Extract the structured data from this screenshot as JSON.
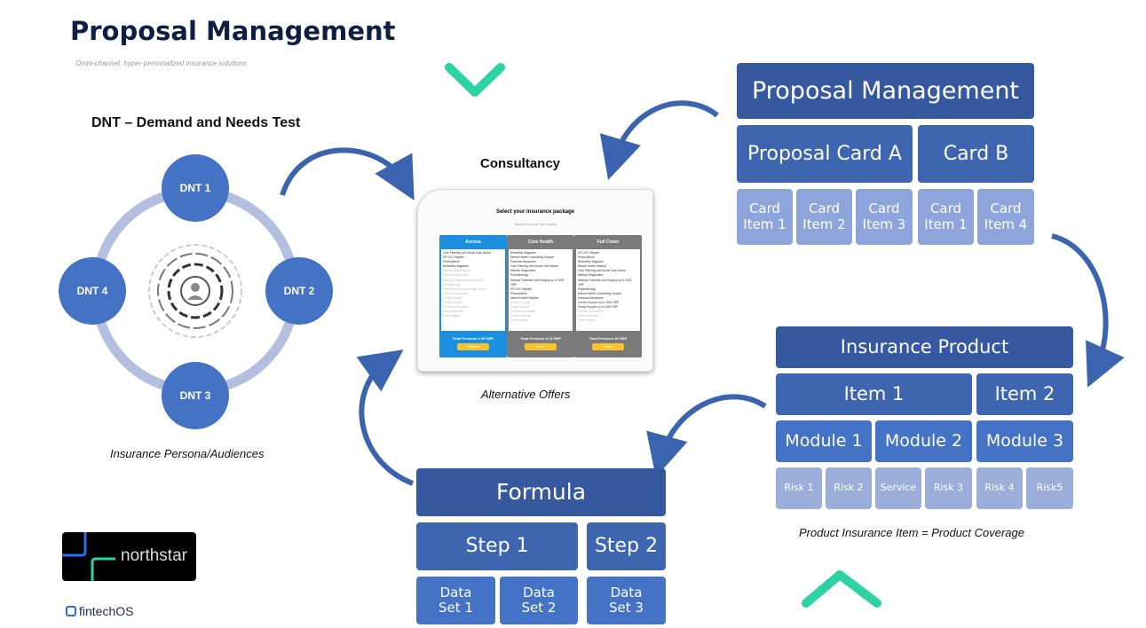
{
  "header": {
    "title": "Proposal Management",
    "subtitle": "Omni-channel, hyper-personalized insurance solutions"
  },
  "dnt": {
    "title": "DNT – Demand and Needs Test",
    "nodes": [
      "DNT 1",
      "DNT 2",
      "DNT 3",
      "DNT 4"
    ],
    "caption": "Insurance Persona/Audiences"
  },
  "consultancy": {
    "title": "Consultancy",
    "caption": "Alternative Offers",
    "mock": {
      "heading": "Select your insurance package",
      "subheading": "Tailored to your own needs",
      "packages": [
        {
          "name": "Access",
          "color": "#1a8fe0",
          "items": [
            "Care Planning and Social Care Advice",
            "GP 24/7 Helpline",
            "Prescriptions",
            "Behealthy Magazine"
          ],
          "excluded": [
            "Mental Health Helpline",
            "Medical Diagnostics",
            "Medical Treatment and Surgery",
            "Physiotherapy",
            "Mental Health Counselling Support",
            "Financial Assistance",
            "Cancer Support",
            "Family Support",
            "Permanent disability",
            "Death indemnity",
            "Public liability"
          ],
          "total": "Total Premium 2.25 GBP",
          "button": "Selected"
        },
        {
          "name": "Core Health",
          "color": "#7a7a7a",
          "items": [
            "Behealthy Magazine",
            "Mental Health Counselling Support",
            "Financial Assistance",
            "Care Planning and Social Care Advice",
            "Medical Diagnostics",
            "Physiotherapy",
            "Medical Treatment and Surgery up to 1000 GBP",
            "GP 24/7 Helpline",
            "Prescriptions",
            "Mental Health Helpline"
          ],
          "excluded": [
            "Cancer Support",
            "Family Support",
            "Permanent disability",
            "Death indemnity",
            "Public liability"
          ],
          "total": "Total Premium 11.5 GBP",
          "button": "Select"
        },
        {
          "name": "Full Cover",
          "color": "#7a7a7a",
          "items": [
            "GP 24/7 Helpline",
            "Prescriptions",
            "Behealthy Magazine",
            "Mental Health Helpline",
            "Care Planning and Social Care Advice",
            "Medical Diagnostics",
            "Medical Treatment and Surgery up to 1000 GBP",
            "Physiotherapy",
            "Mental Health Counselling Support",
            "Financial Assistance",
            "Cancer Support up to 1500 GBP",
            "Family Support up to 1500 GBP"
          ],
          "excluded": [
            "Permanent disability",
            "Death indemnity",
            "Public liability"
          ],
          "total": "Total Premium 15 GBP",
          "button": "Select"
        }
      ]
    }
  },
  "proposal": {
    "title": "Proposal Management",
    "card_a": "Proposal Card A",
    "card_b": "Card B",
    "items": [
      "Card Item 1",
      "Card Item 2",
      "Card Item 3",
      "Card Item 1",
      "Card Item 4"
    ]
  },
  "product": {
    "title": "Insurance Product",
    "items": [
      "Item 1",
      "Item 2"
    ],
    "modules": [
      "Module 1",
      "Module 2",
      "Module 3"
    ],
    "risks": [
      "Risk 1",
      "Risk 2",
      "Service",
      "Risk 3",
      "Risk 4",
      "Risk5"
    ],
    "caption": "Product Insurance Item = Product Coverage"
  },
  "formula": {
    "title": "Formula",
    "steps": [
      "Step 1",
      "Step 2"
    ],
    "datasets": [
      "Data Set 1",
      "Data Set 2",
      "Data Set 3"
    ]
  },
  "logos": {
    "northstar": "northstar",
    "fintechos": "fintechOS"
  },
  "colors": {
    "dark": "#35589e",
    "mid": "#3e66b0",
    "module": "#4472c4",
    "light": "#9aaed9",
    "chevron": "#2ed3a5",
    "arrow": "#3a64b0"
  }
}
